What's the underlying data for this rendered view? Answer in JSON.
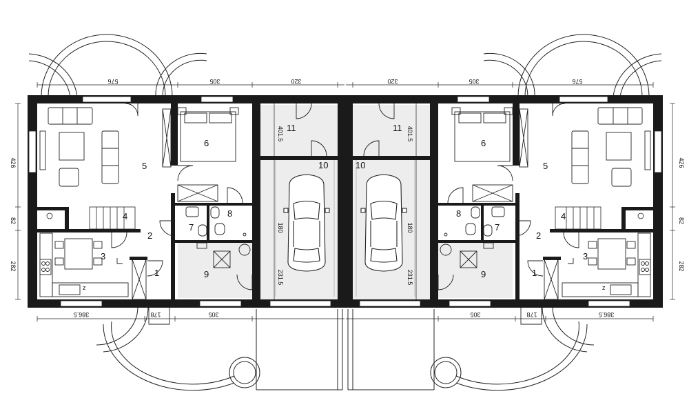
{
  "rooms": {
    "n1": "1",
    "n2": "2",
    "n3": "3",
    "n4": "4",
    "n5": "5",
    "n6": "6",
    "n7": "7",
    "n8": "8",
    "n9": "9",
    "n10": "10",
    "n11": "11"
  },
  "dimensions": {
    "living_width": "576",
    "bedroom_width": "305",
    "garage_width": "320",
    "kitchen_width": "386.5",
    "hall_width": "178",
    "utility_width": "305",
    "depth_upper": "426",
    "depth_mid": "82",
    "depth_lower": "282",
    "garage_small": "401.5",
    "garage_mid": "180",
    "garage_lower": "231.5"
  },
  "fixtures": {
    "stove_mark": "z",
    "kitchen_corner": "L"
  },
  "colors": {
    "wall": "#1a1a1a",
    "garage_floor": "#ededed",
    "line": "#222222"
  }
}
